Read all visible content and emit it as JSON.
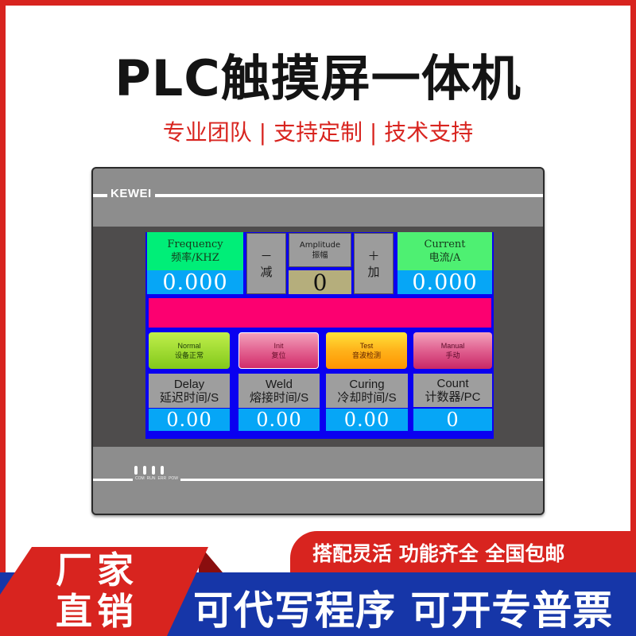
{
  "header": {
    "title": "PLC触摸屏一体机",
    "subtitle": "专业团队 | 支持定制 | 技术支持"
  },
  "device": {
    "brand": "KEWEI",
    "leds": [
      "COM",
      "RUN",
      "ERR",
      "POW"
    ]
  },
  "hmi": {
    "frequency": {
      "label_en": "Frequency",
      "label_cn": "频率/KHZ",
      "value": "0.000"
    },
    "minus_button": {
      "symbol": "－",
      "label": "减"
    },
    "amplitude": {
      "label_en": "Amplitude",
      "label_cn": "振幅",
      "value": "0"
    },
    "plus_button": {
      "symbol": "＋",
      "label": "加"
    },
    "current": {
      "label_en": "Current",
      "label_cn": "电流/A",
      "value": "0.000"
    },
    "status_bar": {
      "text": "",
      "color": "#fc0070"
    },
    "modes": [
      {
        "label_en": "Normal",
        "label_cn": "设备正常"
      },
      {
        "label_en": "Init",
        "label_cn": "复位"
      },
      {
        "label_en": "Test",
        "label_cn": "音波检测"
      },
      {
        "label_en": "Manual",
        "label_cn": "手动"
      }
    ],
    "params": [
      {
        "label_en": "Delay",
        "label_cn": "延迟时间/S",
        "value": "0.00"
      },
      {
        "label_en": "Weld",
        "label_cn": "熔接时间/S",
        "value": "0.00"
      },
      {
        "label_en": "Curing",
        "label_cn": "冷却时间/S",
        "value": "0.00"
      },
      {
        "label_en": "Count",
        "label_cn": "计数器/PC",
        "value": "0"
      }
    ],
    "colors": {
      "screen_bg": "#0a00f0",
      "header_green": "#00ee78",
      "value_cyan": "#06a6f6",
      "amplitude_value": "#b5ae7c",
      "button_gray": "#9c9c9c"
    }
  },
  "banner": {
    "corner_tab": [
      "厂家",
      "直销"
    ],
    "features": "搭配灵活 功能齐全 全国包邮",
    "main_slogan": "可代写程序 可开专普票",
    "colors": {
      "red": "#d8241f",
      "blue": "#1636a8"
    }
  }
}
